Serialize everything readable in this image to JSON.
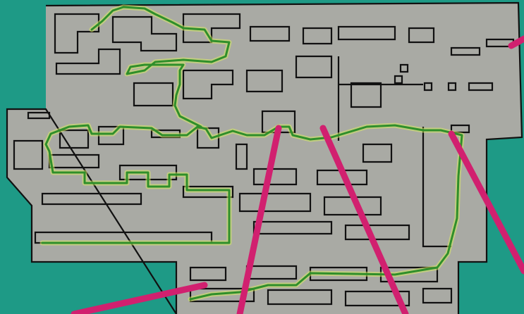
{
  "scene": {
    "background_color": "#1e9a86",
    "board_color": "#a9aaa4",
    "wall_color": "#111111",
    "path_color": "#2f8f2a",
    "path_highlight_color": "#d7ea63",
    "pointer_color": "#d1206f"
  },
  "icons": [
    "maze-board",
    "maze-wall",
    "route-path",
    "pointer-stick"
  ]
}
